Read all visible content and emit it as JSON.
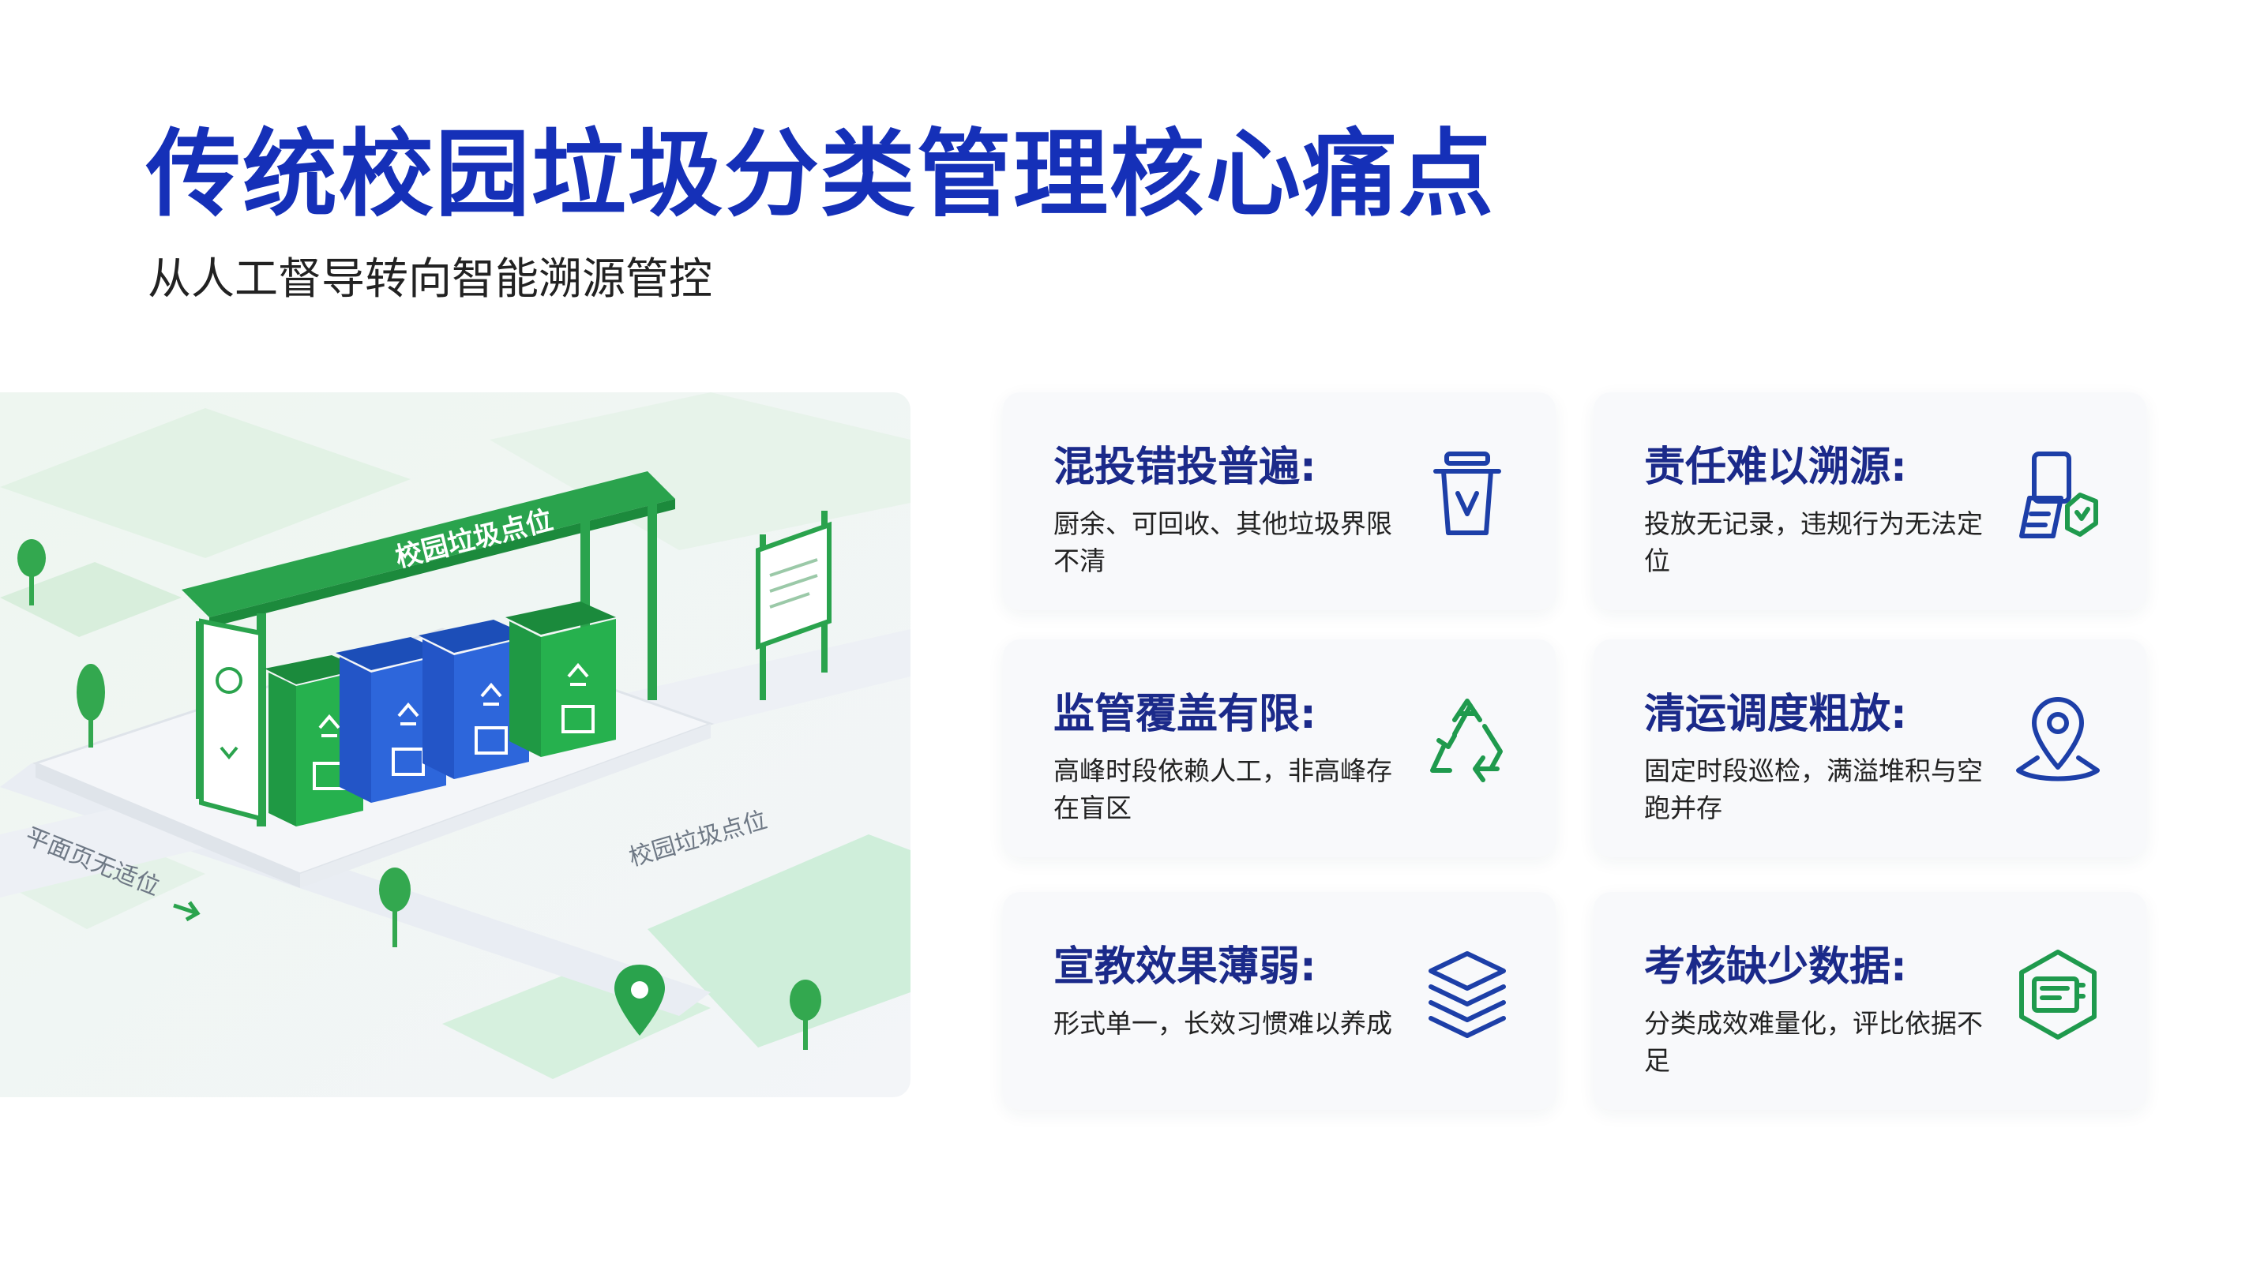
{
  "title": "传统校园垃圾分类管理核心痛点",
  "subtitle": "从人工督导转向智能溯源管控",
  "illustration": {
    "shelter_sign": "校园垃圾点位",
    "road_label_left": "平面页无适位",
    "road_label_right": "校园垃圾点位"
  },
  "cards": [
    {
      "title": "混投错投普遍:",
      "desc": "厨余、可回收、其他垃圾界限不清",
      "icon": "trash-bin-icon"
    },
    {
      "title": "责任难以溯源:",
      "desc": "投放无记录，违规行为无法定位",
      "icon": "document-tracking-icon"
    },
    {
      "title": "监管覆盖有限:",
      "desc": "高峰时段依赖人工，非高峰存在盲区",
      "icon": "recycle-icon"
    },
    {
      "title": "清运调度粗放:",
      "desc": "固定时段巡检，满溢堆积与空跑并存",
      "icon": "location-pin-icon"
    },
    {
      "title": "宣教效果薄弱:",
      "desc": "形式单一，长效习惯难以养成",
      "icon": "layers-icon"
    },
    {
      "title": "考核缺少数据:",
      "desc": "分类成效难量化，评比依据不足",
      "icon": "data-hexagon-icon"
    }
  ],
  "colors": {
    "title": "#1530b8",
    "card_title": "#1b2a8a",
    "icon_blue": "#1d3fa8",
    "icon_green": "#1f9a4d",
    "bin_green": "#22a84a",
    "bin_blue": "#2a62d6"
  }
}
